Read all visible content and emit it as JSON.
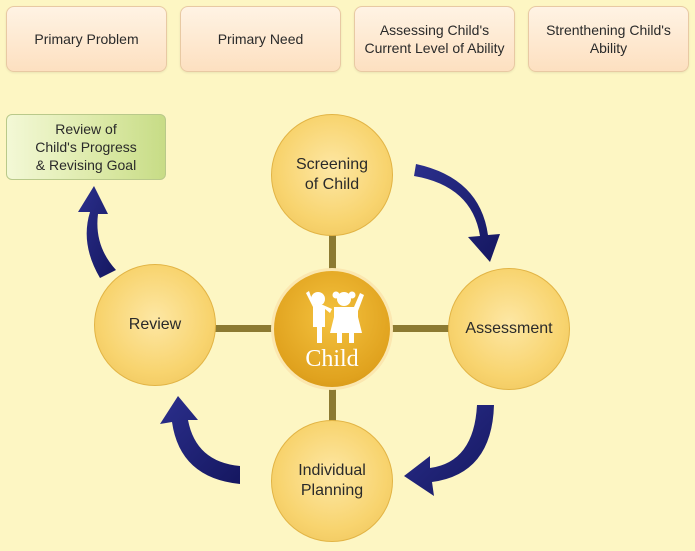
{
  "top_boxes": [
    "Primary Problem",
    "Primary Need",
    "Assessing Child's\nCurrent Level of Ability",
    "Strenthening Child's\nAbility"
  ],
  "review_box": "Review of\nChild's Progress\n& Revising Goal",
  "cycle": {
    "center": "Child",
    "screening": "Screening\nof Child",
    "assessment": "Assessment",
    "planning": "Individual\nPlanning",
    "review": "Review"
  },
  "colors": {
    "arrow": "#1d1f6e",
    "circle": "#f8d46f",
    "center": "#e0a21e",
    "background": "#fdf6c3"
  },
  "icons": [
    "children-icon"
  ]
}
